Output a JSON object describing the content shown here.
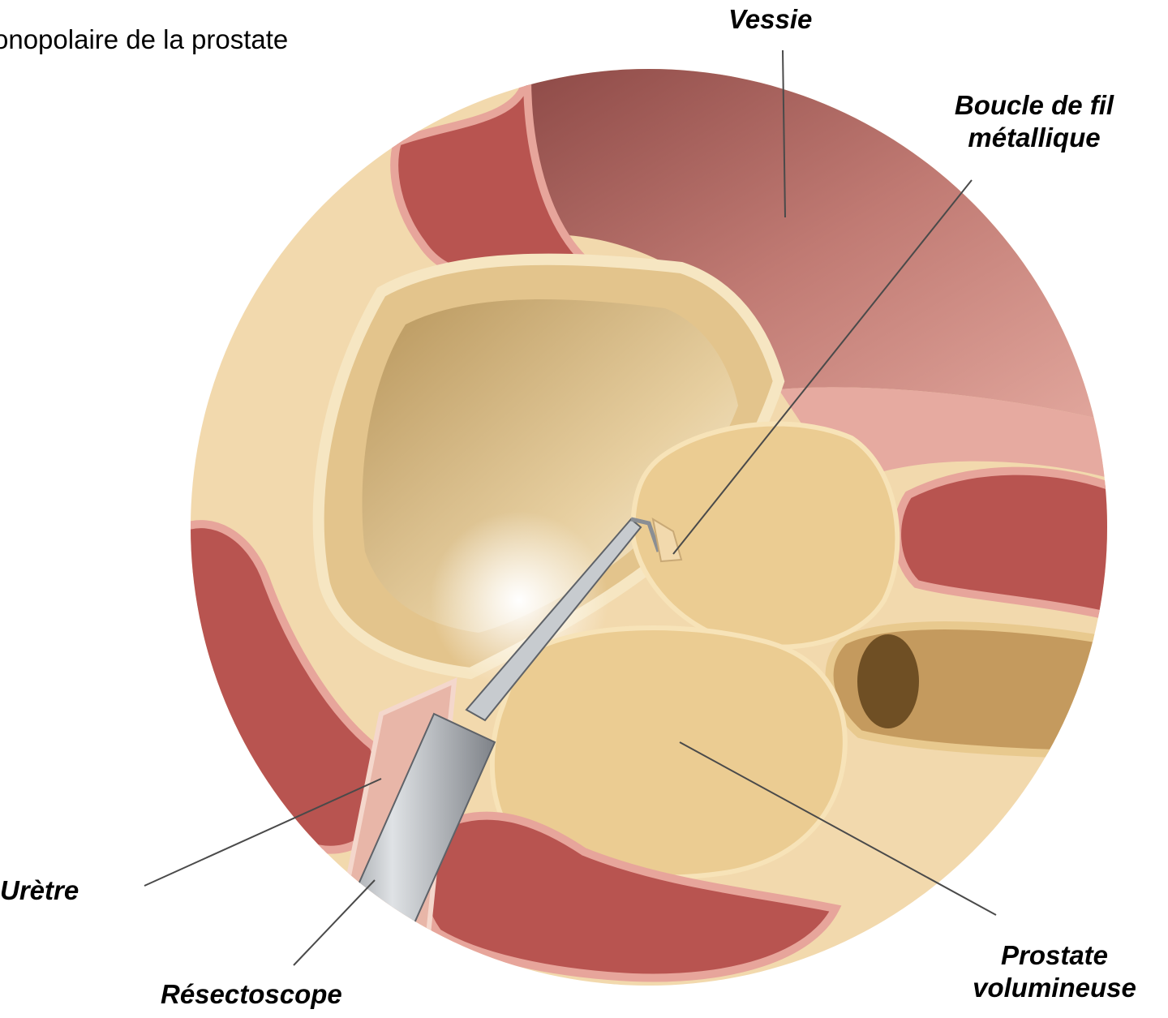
{
  "title": "onopolaire de la prostate",
  "labels": {
    "vessie": "Vessie",
    "boucle_line1": "Boucle de fil",
    "boucle_line2": "métallique",
    "urethre": "Urètre",
    "resectoscope": "Résectoscope",
    "prostate_line1": "Prostate",
    "prostate_line2": "volumineuse"
  },
  "colors": {
    "background": "#ffffff",
    "tissue": "#f2d9ad",
    "muscle": "#b85450",
    "muscle_edge": "#e7a59b",
    "bladder": "#c97f78",
    "prostate": "#ebcc92",
    "instrument": "#a9adb2",
    "leader": "#4a4a4a"
  }
}
